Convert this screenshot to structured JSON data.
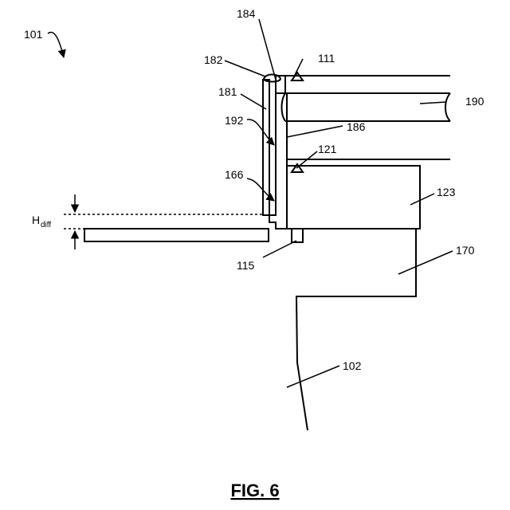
{
  "figure": {
    "caption": "FIG. 6",
    "labels": {
      "r101": "101",
      "r184": "184",
      "r111": "111",
      "r182": "182",
      "r181": "181",
      "r190": "190",
      "r192": "192",
      "r186": "186",
      "r121": "121",
      "r166": "166",
      "r123": "123",
      "r115": "115",
      "r170": "170",
      "r102": "102",
      "h_main": "H",
      "h_sub": "diff"
    }
  }
}
